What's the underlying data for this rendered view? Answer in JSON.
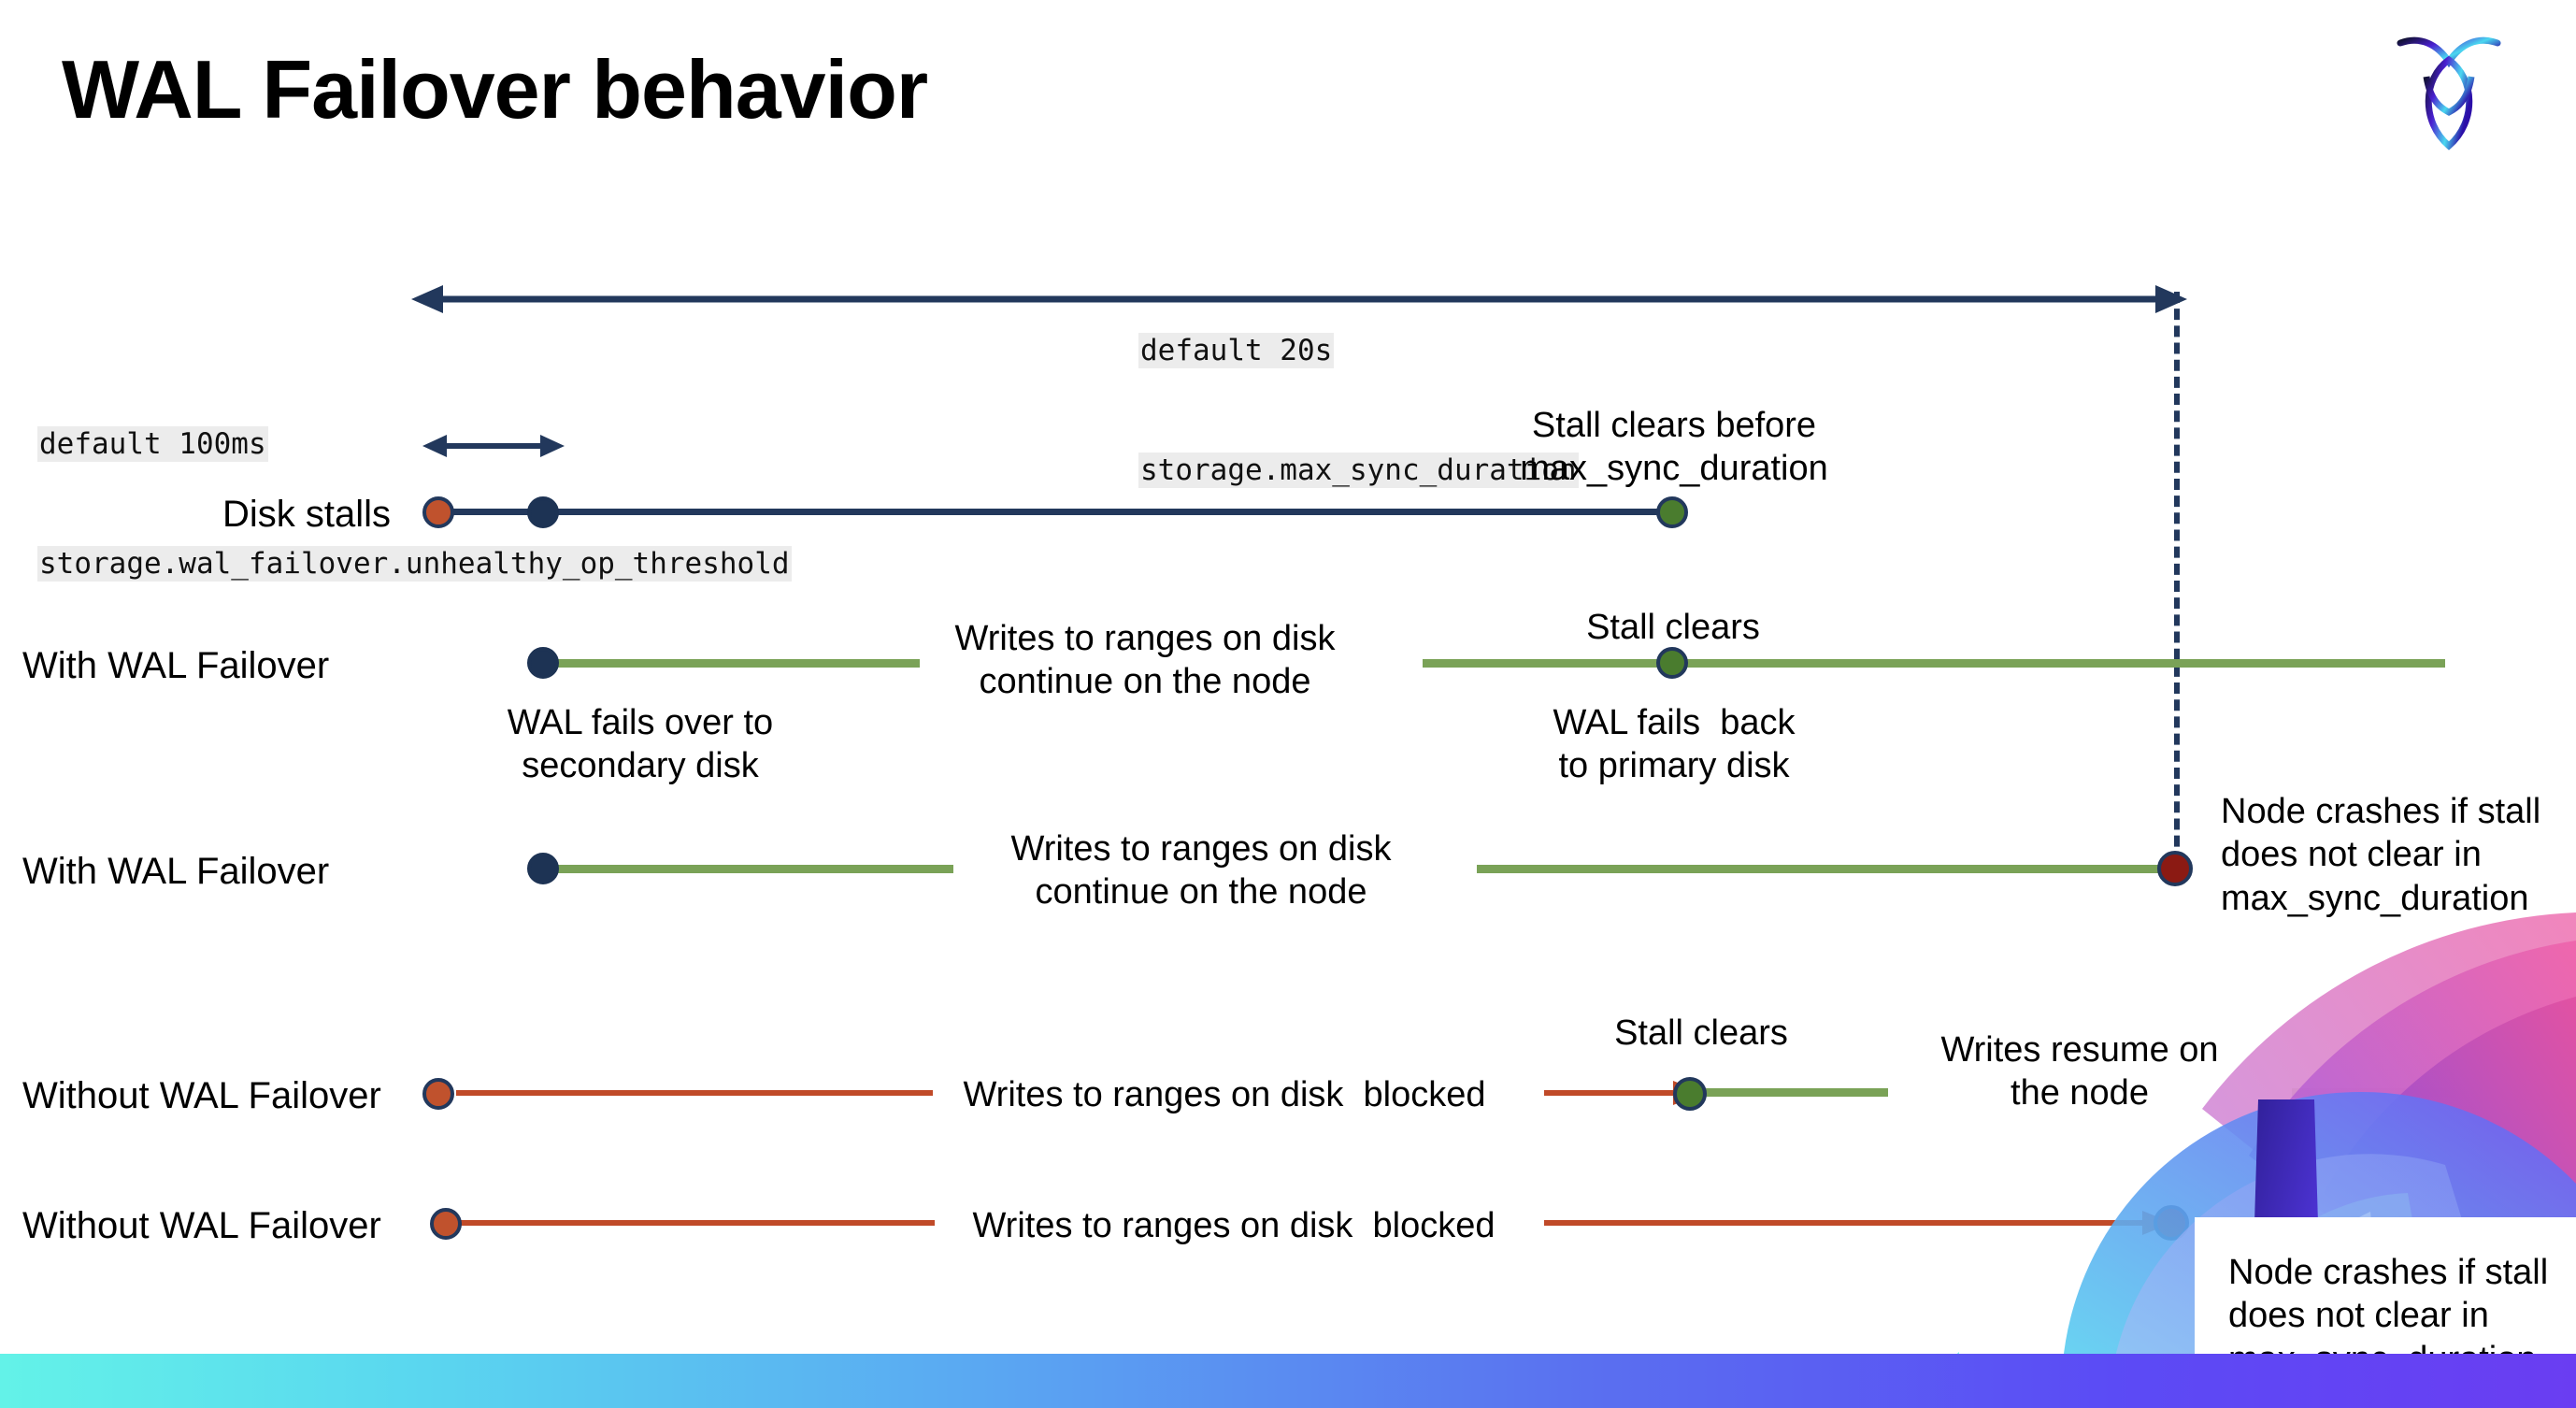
{
  "slide": {
    "title": "WAL Failover behavior",
    "logo_name": "cockroachdb-logo"
  },
  "settings": {
    "max_sync": {
      "default_line": "default 20s",
      "setting_line": "storage.max_sync_duration"
    },
    "unhealthy_threshold": {
      "default_line": "default 100ms",
      "setting_line": "storage.wal_failover.unhealthy_op_threshold"
    }
  },
  "rows": [
    {
      "id": "disk-stalls",
      "label": "Disk stalls",
      "annotations": [
        {
          "id": "stall-clears-before",
          "text": "Stall clears before\nmax_sync_duration"
        }
      ]
    },
    {
      "id": "with-wal-failover-1",
      "label": "With WAL Failover",
      "annotations": [
        {
          "id": "writes-continue-1",
          "text": "Writes to ranges on disk\ncontinue on the node"
        },
        {
          "id": "stall-clears-1",
          "text": "Stall clears"
        },
        {
          "id": "wal-fails-over",
          "text": "WAL fails over to\nsecondary disk"
        },
        {
          "id": "wal-fails-back",
          "text": "WAL fails  back\nto primary disk"
        }
      ]
    },
    {
      "id": "with-wal-failover-2",
      "label": "With WAL Failover",
      "annotations": [
        {
          "id": "writes-continue-2",
          "text": "Writes to ranges on disk\ncontinue on the node"
        },
        {
          "id": "node-crashes-1",
          "text": "Node crashes if stall\ndoes not clear in\nmax_sync_duration"
        }
      ]
    },
    {
      "id": "without-wal-failover-1",
      "label": "Without WAL Failover",
      "annotations": [
        {
          "id": "writes-blocked-1",
          "text": "Writes to ranges on disk  blocked"
        },
        {
          "id": "stall-clears-2",
          "text": "Stall clears"
        },
        {
          "id": "writes-resume",
          "text": "Writes resume on\nthe node"
        }
      ]
    },
    {
      "id": "without-wal-failover-2",
      "label": "Without WAL Failover",
      "annotations": [
        {
          "id": "writes-blocked-2",
          "text": "Writes to ranges on disk  blocked"
        },
        {
          "id": "node-crashes-2",
          "text": "Node crashes if stall\ndoes not clear in\nmax_sync_duration"
        }
      ]
    }
  ],
  "colors": {
    "navy": "#22385c",
    "green": "#7aa257",
    "green_dot": "#4a7c2e",
    "red_line": "#c04a28",
    "red_dot": "#c0522d",
    "dark_red_dot": "#8b1a13",
    "code_chip_bg": "#ececec",
    "bottom_bar_gradient_start": "#63f2e8",
    "bottom_bar_gradient_end": "#6a3df2"
  }
}
